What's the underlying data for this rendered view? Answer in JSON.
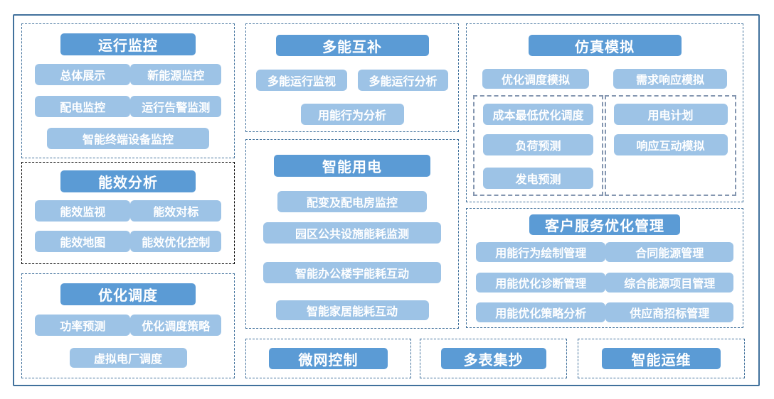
{
  "colors": {
    "header_bg": "#5B9BD5",
    "item_bg": "#9DC3E6",
    "text": "#FFFFFF",
    "dashed_border": "#41719C",
    "black_dashed_border": "#000000",
    "inner_dashed_border": "#8496B0",
    "frame_border": "#41719C"
  },
  "sections": [
    {
      "id": "operation-monitoring",
      "title": "运行监控",
      "items": [
        "总体展示",
        "新能源监控",
        "配电监控",
        "运行告警监测",
        "智能终端设备监控"
      ]
    },
    {
      "id": "energy-efficiency-analysis",
      "title": "能效分析",
      "items": [
        "能效监视",
        "能效对标",
        "能效地图",
        "能效优化控制"
      ]
    },
    {
      "id": "optimal-dispatch",
      "title": "优化调度",
      "items": [
        "功率预测",
        "优化调度策略",
        "虚拟电厂调度"
      ]
    },
    {
      "id": "multi-energy-complementation",
      "title": "多能互补",
      "items": [
        "多能运行监视",
        "多能运行分析",
        "用能行为分析"
      ]
    },
    {
      "id": "smart-power-use",
      "title": "智能用电",
      "items": [
        "配变及配电房监控",
        "园区公共设施能耗监测",
        "智能办公楼宇能耗互动",
        "智能家居能耗互动"
      ]
    },
    {
      "id": "simulation",
      "title": "仿真模拟",
      "items": [
        "优化调度模拟",
        "需求响应模拟"
      ],
      "subgroups": [
        {
          "items": [
            "成本最低优化调度",
            "负荷预测",
            "发电预测"
          ]
        },
        {
          "items": [
            "用电计划",
            "响应互动模拟"
          ]
        }
      ]
    },
    {
      "id": "customer-service-optimization",
      "title": "客户服务优化管理",
      "items": [
        "用能行为绘制管理",
        "合同能源管理",
        "用能优化诊断管理",
        "综合能源项目管理",
        "用能优化策略分析",
        "供应商招标管理"
      ]
    },
    {
      "id": "micro-grid-control",
      "title": "微网控制"
    },
    {
      "id": "multi-meter-reading",
      "title": "多表集抄"
    },
    {
      "id": "smart-operation-maintenance",
      "title": "智能运维"
    }
  ]
}
